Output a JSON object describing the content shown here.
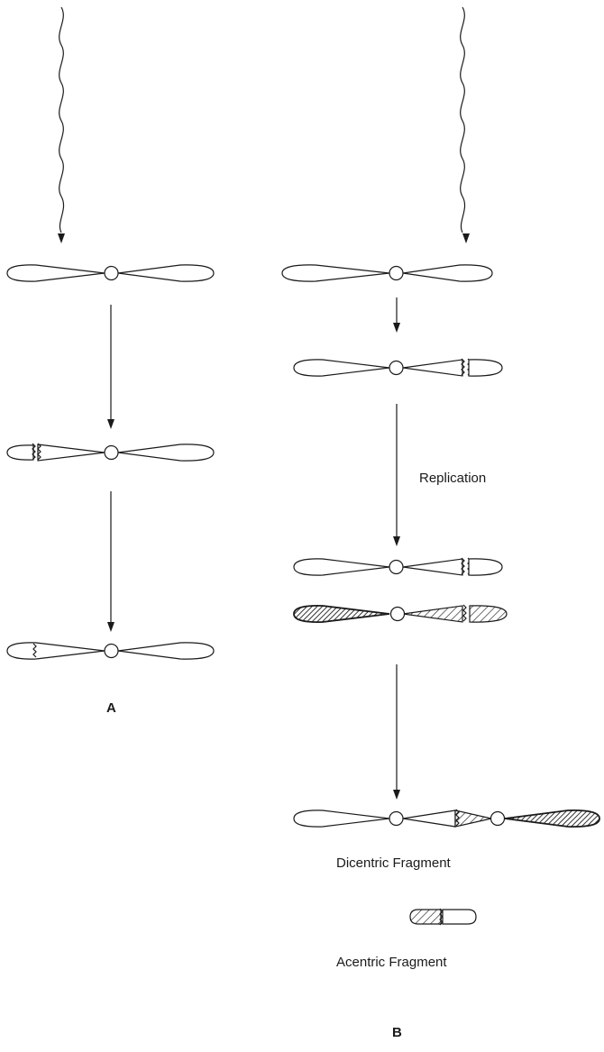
{
  "labels": {
    "replication": "Replication",
    "dicentric": "Dicentric Fragment",
    "acentric": "Acentric Fragment"
  },
  "panels": {
    "a": "A",
    "b": "B"
  }
}
